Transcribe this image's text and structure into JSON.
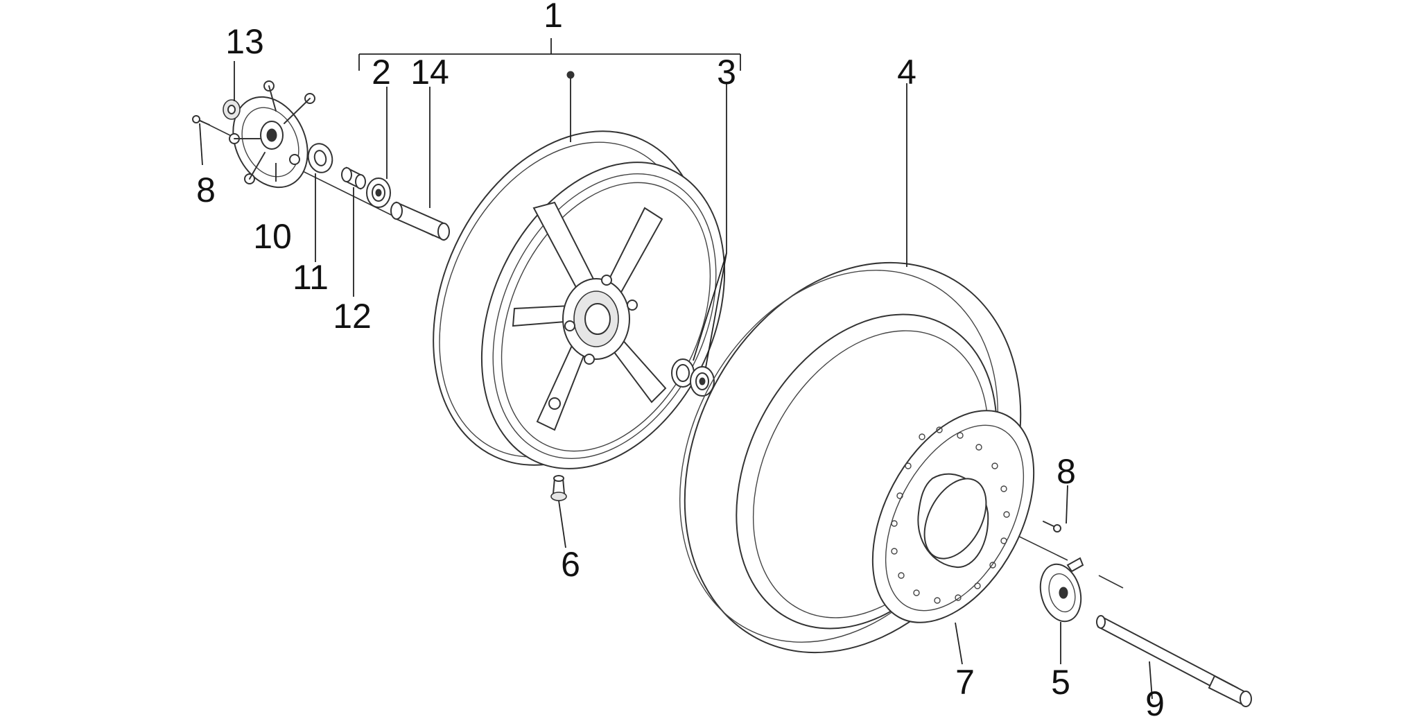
{
  "diagram": {
    "callouts": {
      "c1": "1",
      "c2": "2",
      "c3": "3",
      "c4": "4",
      "c5": "5",
      "c6": "6",
      "c7": "7",
      "c8a": "8",
      "c8b": "8",
      "c9": "9",
      "c10": "10",
      "c11": "11",
      "c12": "12",
      "c13": "13",
      "c14": "14"
    },
    "colors": {
      "line": "#333333",
      "background": "#ffffff",
      "text": "#111111"
    }
  }
}
